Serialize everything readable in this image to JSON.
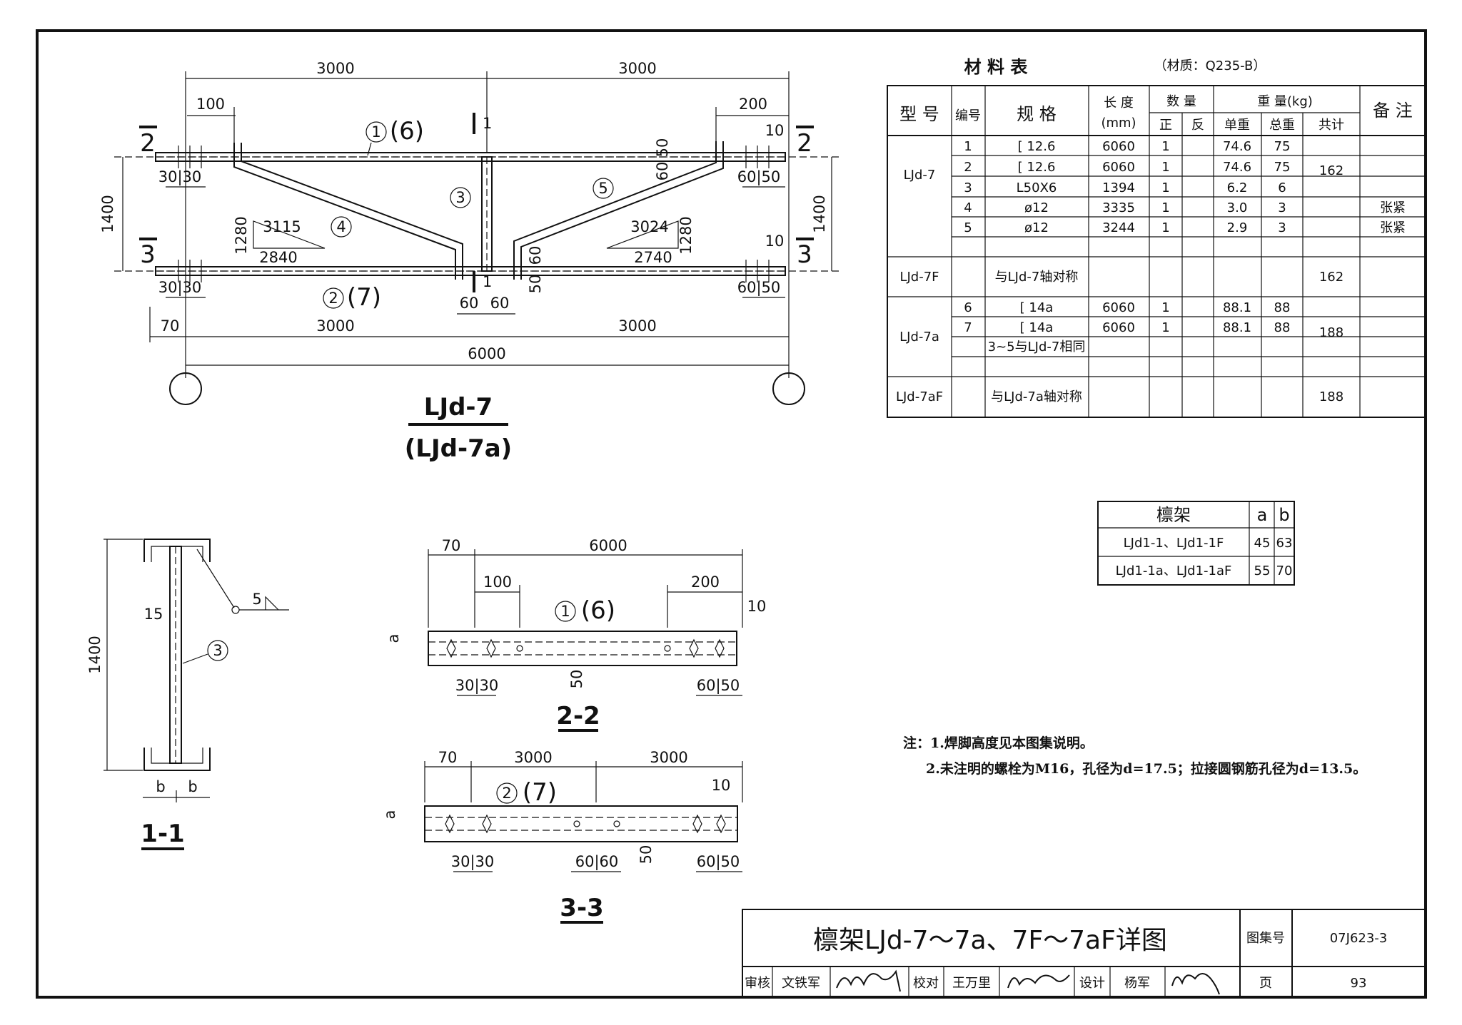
{
  "main_view": {
    "title": "LJd-7",
    "subtitle": "(LJd-7a)",
    "dim_top_left": "3000",
    "dim_top_right": "3000",
    "dim_100": "100",
    "dim_200": "200",
    "dim_10_top": "10",
    "dim_10_mid": "10",
    "dim_50_right": "50",
    "dim_60_right": "60",
    "dim_60_mid": "60",
    "dim_50_mid": "50",
    "dim_height_left": "1400",
    "dim_height_right": "1400",
    "dim_3030_top": "30|30",
    "dim_3030_bot": "30|30",
    "dim_6050_top": "60|50",
    "dim_6050_bot": "60|50",
    "dim_60_a": "60",
    "dim_60_b": "60",
    "dim_70": "70",
    "dim_bot_left": "3000",
    "dim_bot_right": "3000",
    "dim_total": "6000",
    "tri_left_hyp": "3115",
    "tri_left_h": "1280",
    "tri_left_b": "2840",
    "tri_right_hyp": "3024",
    "tri_right_h": "1280",
    "tri_right_b": "2740",
    "sec2": "2",
    "sec3": "3",
    "sec1": "1",
    "mark1": "1",
    "mark6": "(6)",
    "mark2": "2",
    "mark7": "(7)",
    "mark3": "3",
    "mark4": "4",
    "mark5": "5"
  },
  "material_table": {
    "title": "材   料   表",
    "material_note": "（材质：Q235-B）",
    "headers": {
      "type": "型 号",
      "no": "编号",
      "spec": "规  格",
      "length": "长 度",
      "length_unit": "(mm)",
      "qty": "数 量",
      "qty_pos": "正",
      "qty_neg": "反",
      "weight": "重 量(kg)",
      "w_unit": "单重",
      "w_total": "总重",
      "w_sum": "共计",
      "remark": "备 注"
    },
    "groups": [
      {
        "type": "LJd-7",
        "sum": "162"
      },
      {
        "type": "LJd-7F",
        "sum": "162"
      },
      {
        "type": "LJd-7a",
        "sum": "188"
      },
      {
        "type": "LJd-7aF",
        "sum": "188"
      }
    ],
    "rows": [
      {
        "no": "1",
        "spec": "[ 12.6",
        "len": "6060",
        "pos": "1",
        "neg": "",
        "unit": "74.6",
        "total": "75",
        "remark": ""
      },
      {
        "no": "2",
        "spec": "[ 12.6",
        "len": "6060",
        "pos": "1",
        "neg": "",
        "unit": "74.6",
        "total": "75",
        "remark": ""
      },
      {
        "no": "3",
        "spec": "L50X6",
        "len": "1394",
        "pos": "1",
        "neg": "",
        "unit": "6.2",
        "total": "6",
        "remark": ""
      },
      {
        "no": "4",
        "spec": "ø12",
        "len": "3335",
        "pos": "1",
        "neg": "",
        "unit": "3.0",
        "total": "3",
        "remark": "张紧"
      },
      {
        "no": "5",
        "spec": "ø12",
        "len": "3244",
        "pos": "1",
        "neg": "",
        "unit": "2.9",
        "total": "3",
        "remark": "张紧"
      },
      {
        "no": "6",
        "spec": "[ 14a",
        "len": "6060",
        "pos": "1",
        "neg": "",
        "unit": "88.1",
        "total": "88",
        "remark": ""
      },
      {
        "no": "7",
        "spec": "[ 14a",
        "len": "6060",
        "pos": "1",
        "neg": "",
        "unit": "88.1",
        "total": "88",
        "remark": ""
      }
    ],
    "note_7F": "与LJd-7轴对称",
    "note_7a": "3~5与LJd-7相同",
    "note_7aF": "与LJd-7a轴对称"
  },
  "ab_table": {
    "h1": "檩架",
    "h2": "a",
    "h3": "b",
    "rows": [
      {
        "name": "LJd1-1、LJd1-1F",
        "a": "45",
        "b": "63"
      },
      {
        "name": "LJd1-1a、LJd1-1aF",
        "a": "55",
        "b": "70"
      }
    ]
  },
  "section_11": {
    "title": "1-1",
    "dim_height": "1400",
    "dim_15": "15",
    "weld": "5",
    "mark3": "3",
    "b1": "b",
    "b2": "b"
  },
  "section_22": {
    "title": "2-2",
    "dim_70": "70",
    "dim_6000": "6000",
    "dim_100": "100",
    "dim_200": "200",
    "dim_10": "10",
    "dim_a": "a",
    "dim_50": "50",
    "mark1": "1",
    "mark6": "(6)",
    "dim_3030": "30|30",
    "dim_6050": "60|50"
  },
  "section_33": {
    "title": "3-3",
    "dim_70": "70",
    "dim_3000a": "3000",
    "dim_3000b": "3000",
    "dim_10": "10",
    "dim_a": "a",
    "dim_50": "50",
    "mark2": "2",
    "mark7": "(7)",
    "dim_3030": "30|30",
    "dim_6060": "60|60",
    "dim_6050": "60|50"
  },
  "notes": {
    "line1": "注：1.焊脚高度见本图集说明。",
    "line2": "2.未注明的螺栓为M16，孔径为d=17.5；拉接圆钢筋孔径为d=13.5。"
  },
  "title_block": {
    "title": "檩架LJd-7～7a、7F～7aF详图",
    "atlas_label": "图集号",
    "atlas_no": "07J623-3",
    "review_label": "审核",
    "reviewer": "文铁军",
    "check_label": "校对",
    "checker": "王万里",
    "design_label": "设计",
    "designer": "杨军",
    "page_label": "页",
    "page_no": "93"
  }
}
